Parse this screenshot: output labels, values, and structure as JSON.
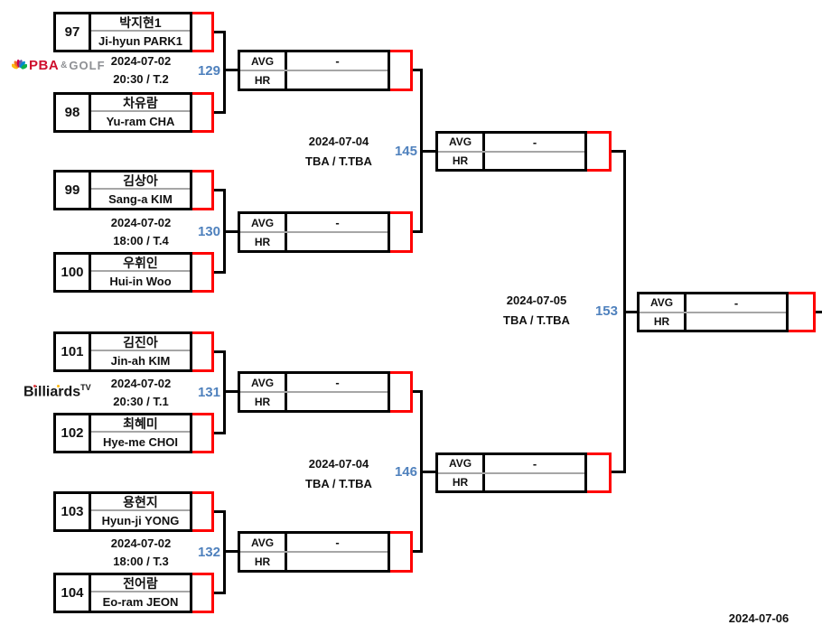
{
  "colors": {
    "line_black": "#000000",
    "hook_red": "#FF0000",
    "divider_gray": "#A6A6A6",
    "match_no_blue": "#4F81BD",
    "pba_red": "#CE0E2D",
    "logo_gray": "#8E9094"
  },
  "logos": {
    "pba": {
      "icon": "nbc-peacock-icon",
      "text_pba": "PBA",
      "text_amp": "&",
      "text_golf": "GOLF"
    },
    "billiards": {
      "text": "Billiards",
      "sup": "TV"
    }
  },
  "round1_matches": [
    {
      "match_no": "129",
      "date": "2024-07-02",
      "time": "20:30 / T.2",
      "top": {
        "seed": "97",
        "name_kr": "박지현1",
        "name_en": "Ji-hyun PARK1"
      },
      "bottom": {
        "seed": "98",
        "name_kr": "차유람",
        "name_en": "Yu-ram CHA"
      },
      "stats": {
        "avg_label": "AVG",
        "hr_label": "HR",
        "avg_value": "-",
        "hr_value": ""
      }
    },
    {
      "match_no": "130",
      "date": "2024-07-02",
      "time": "18:00 / T.4",
      "top": {
        "seed": "99",
        "name_kr": "김상아",
        "name_en": "Sang-a KIM"
      },
      "bottom": {
        "seed": "100",
        "name_kr": "우휘인",
        "name_en": "Hui-in Woo"
      },
      "stats": {
        "avg_label": "AVG",
        "hr_label": "HR",
        "avg_value": "-",
        "hr_value": ""
      }
    },
    {
      "match_no": "131",
      "date": "2024-07-02",
      "time": "20:30 / T.1",
      "top": {
        "seed": "101",
        "name_kr": "김진아",
        "name_en": "Jin-ah KIM"
      },
      "bottom": {
        "seed": "102",
        "name_kr": "최혜미",
        "name_en": "Hye-me CHOI"
      },
      "stats": {
        "avg_label": "AVG",
        "hr_label": "HR",
        "avg_value": "-",
        "hr_value": ""
      }
    },
    {
      "match_no": "132",
      "date": "2024-07-02",
      "time": "18:00 / T.3",
      "top": {
        "seed": "103",
        "name_kr": "용현지",
        "name_en": "Hyun-ji YONG"
      },
      "bottom": {
        "seed": "104",
        "name_kr": "전어람",
        "name_en": "Eo-ram JEON"
      },
      "stats": {
        "avg_label": "AVG",
        "hr_label": "HR",
        "avg_value": "-",
        "hr_value": ""
      }
    }
  ],
  "semifinal_matches": [
    {
      "match_no": "145",
      "date": "2024-07-04",
      "time": "TBA / T.TBA",
      "stats": {
        "avg_label": "AVG",
        "hr_label": "HR",
        "avg_value": "-",
        "hr_value": ""
      }
    },
    {
      "match_no": "146",
      "date": "2024-07-04",
      "time": "TBA / T.TBA",
      "stats": {
        "avg_label": "AVG",
        "hr_label": "HR",
        "avg_value": "-",
        "hr_value": ""
      }
    }
  ],
  "final_match": {
    "match_no": "153",
    "date": "2024-07-05",
    "time": "TBA / T.TBA",
    "stats": {
      "avg_label": "AVG",
      "hr_label": "HR",
      "avg_value": "-",
      "hr_value": ""
    }
  },
  "footer": {
    "partial_date": "2024-07-06"
  }
}
